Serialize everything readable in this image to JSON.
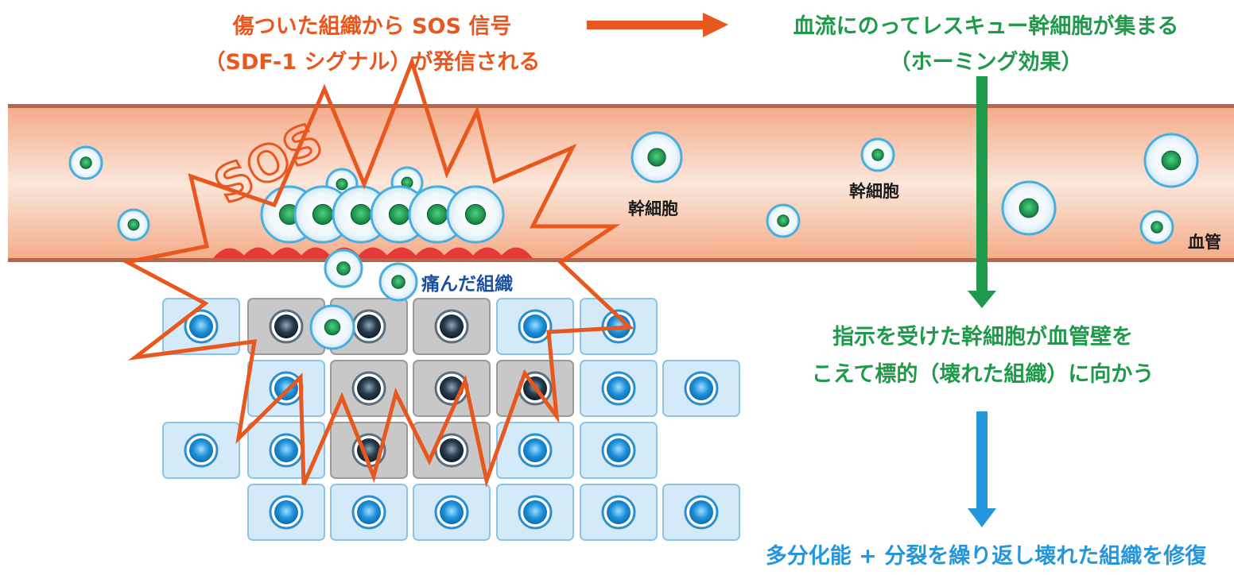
{
  "colors": {
    "sos_orange": "#e8571d",
    "homing_green": "#1f9a4a",
    "repair_blue": "#2496db",
    "damaged_label_blue": "#1b4fa0",
    "vessel_fill": "#f6b99b",
    "vessel_edge": "#b5654a",
    "stem_cell_nucleus": "#138a48",
    "tissue_cell_fill": "#d4eaf8",
    "tissue_nucleus": "#1a8fd8",
    "damaged_cell_fill": "#c8c8c8",
    "damaged_nucleus": "#1c2c3c"
  },
  "icons": {
    "flow_arrow": "arrow-right-icon",
    "homing_arrow": "arrow-down-icon",
    "repair_arrow": "arrow-down-icon"
  },
  "labels": {
    "sos_signal_line1": "傷ついた組織から SOS 信号",
    "sos_signal_line2": "（SDF-1 シグナル）が発信される",
    "homing_line1": "血流にのってレスキュー幹細胞が集まる",
    "homing_line2": "（ホーミング効果）",
    "sos_burst": "SOS",
    "stem_cell_1": "幹細胞",
    "stem_cell_2": "幹細胞",
    "blood_vessel": "血管",
    "damaged_tissue": "痛んだ組織",
    "migrate_line1": "指示を受けた幹細胞が血管壁を",
    "migrate_line2": "こえて標的（壊れた組織）に向かう",
    "repair": "多分化能 + 分裂を繰り返し壊れた組織を修復"
  }
}
